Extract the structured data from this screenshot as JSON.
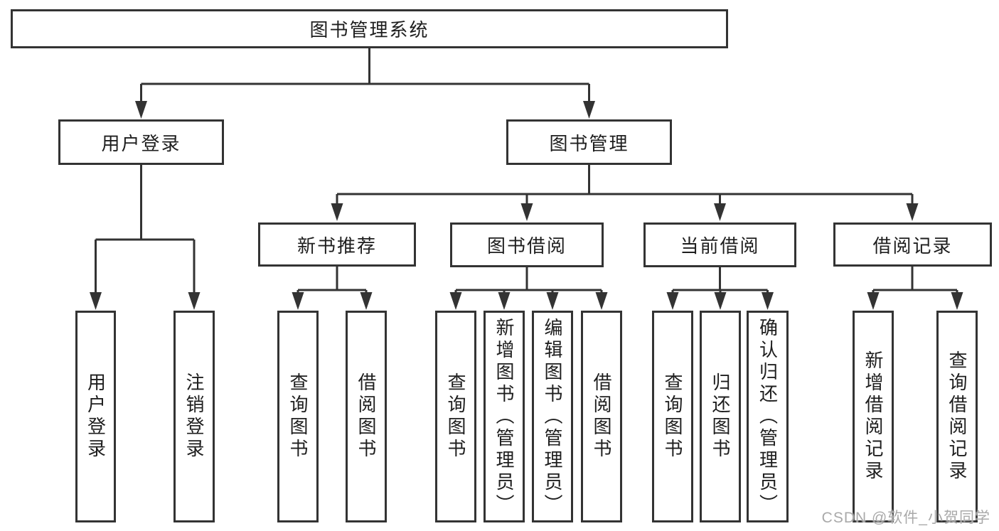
{
  "tree": {
    "root": {
      "label": "图书管理系统"
    },
    "branches": [
      {
        "label": "用户登录",
        "children": [
          {
            "label": "用户登录"
          },
          {
            "label": "注销登录"
          }
        ]
      },
      {
        "label": "图书管理",
        "children": [
          {
            "label": "新书推荐",
            "children": [
              {
                "label": "查询图书"
              },
              {
                "label": "借阅图书"
              }
            ]
          },
          {
            "label": "图书借阅",
            "children": [
              {
                "label": "查询图书"
              },
              {
                "label": "新增图书（管理员）"
              },
              {
                "label": "编辑图书（管理员）"
              },
              {
                "label": "借阅图书"
              }
            ]
          },
          {
            "label": "当前借阅",
            "children": [
              {
                "label": "查询图书"
              },
              {
                "label": "归还图书"
              },
              {
                "label": "确认归还（管理员）"
              }
            ]
          },
          {
            "label": "借阅记录",
            "children": [
              {
                "label": "新增借阅记录"
              },
              {
                "label": "查询借阅记录"
              }
            ]
          }
        ]
      }
    ]
  },
  "watermark": {
    "text": "CSDN @软件_小贺同学"
  },
  "colors": {
    "line": "#333333",
    "box_border": "#333333",
    "text": "#1e1e1e",
    "watermark": "#a9a9a9",
    "background": "#ffffff"
  }
}
